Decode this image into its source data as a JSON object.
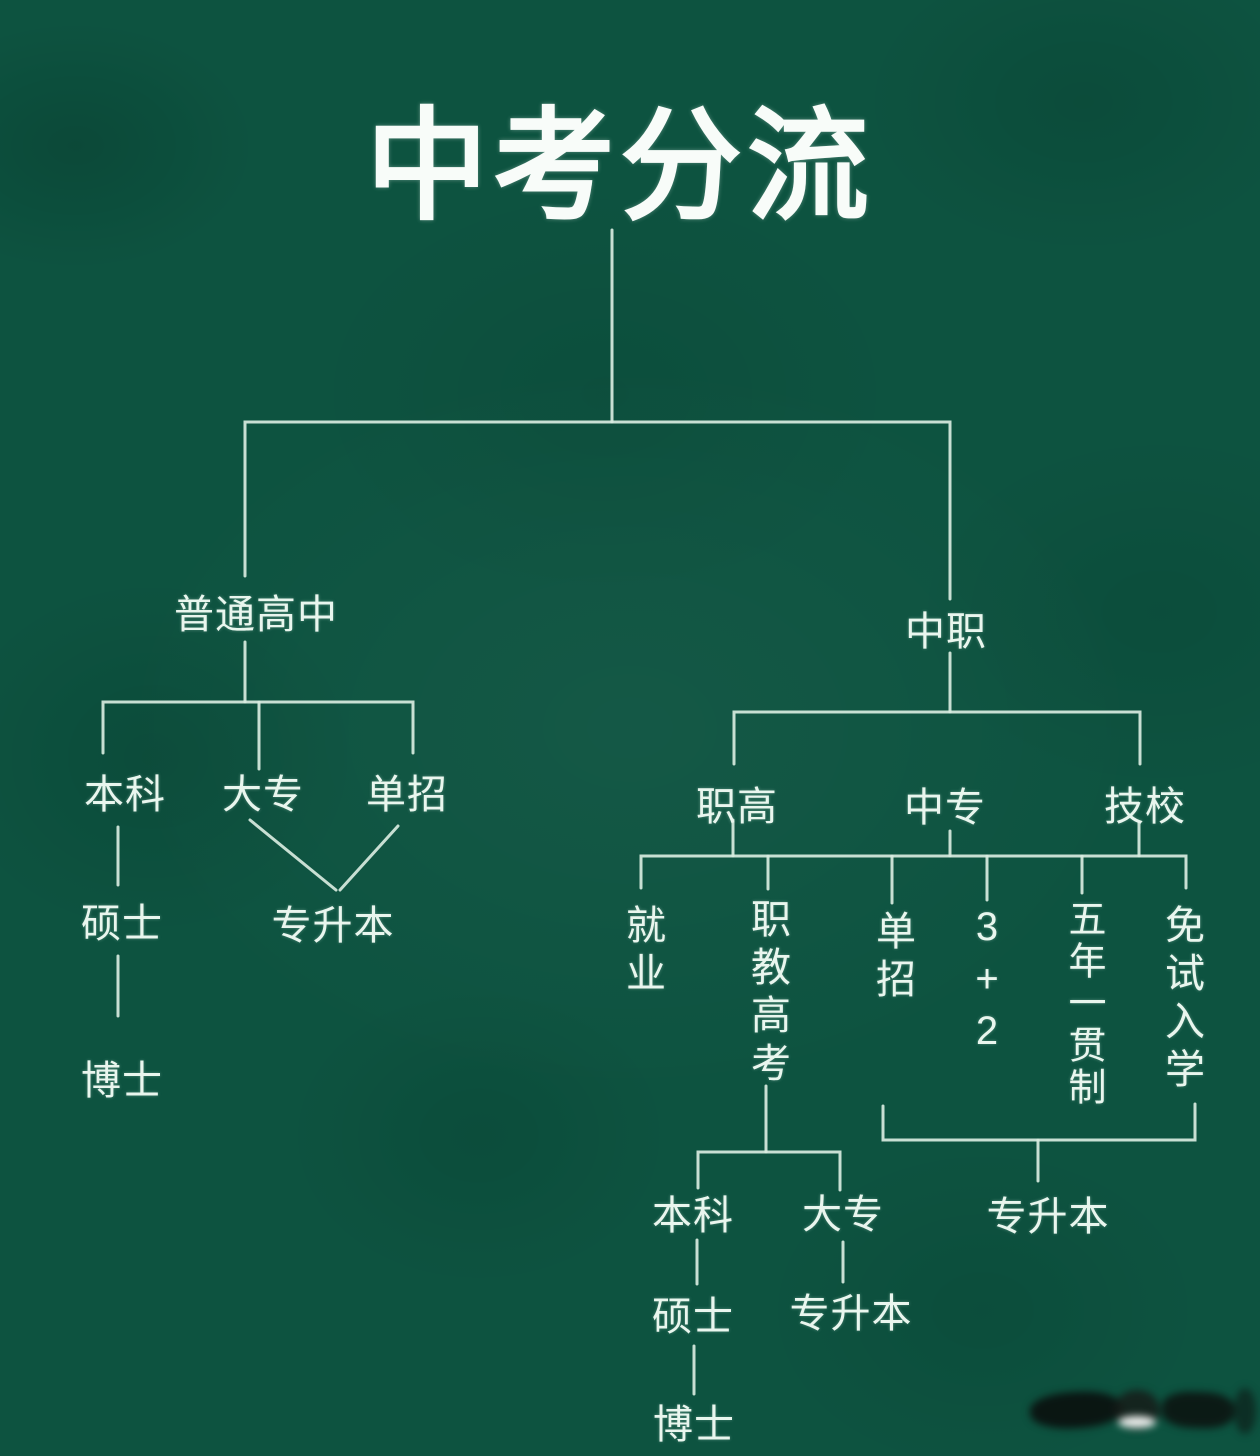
{
  "title": "中考分流",
  "tracks": {
    "general": {
      "label": "普通高中",
      "children": {
        "benke": "本科",
        "dazhuan": "大专",
        "danzhao": "单招"
      },
      "benke_path": {
        "shuoshi": "硕士",
        "boshi": "博士"
      },
      "upgrade": "专升本"
    },
    "vocational": {
      "label": "中职",
      "schools": {
        "zhigao": "职高",
        "zhongzhuan": "中专",
        "jixiao": "技校"
      },
      "options": {
        "jiuye": "就业",
        "zhijiao_gaokao": "职教高考",
        "danzhao": "单招",
        "three_plus_two": "3+2",
        "five_year": "五年一贯制",
        "mianshi": "免试入学"
      },
      "gaokao_children": {
        "benke": "本科",
        "dazhuan": "大专"
      },
      "benke_path": {
        "shuoshi": "硕士",
        "boshi": "博士"
      },
      "dazhuan_upgrade": "专升本",
      "options_upgrade": "专升本"
    }
  },
  "colors": {
    "board_green": "#0d5340",
    "chalk_line": "#d8ece0",
    "chalk_text": "#e9f6ee"
  }
}
